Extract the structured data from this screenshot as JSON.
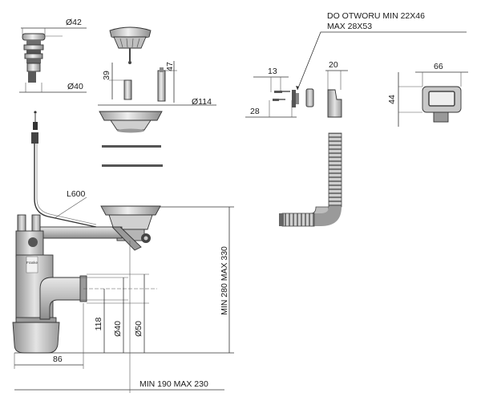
{
  "labels": {
    "dia_42": "Ø42",
    "dia_40_top": "Ø40",
    "h_39": "39",
    "h_47": "47",
    "dia_114": "Ø114",
    "hole_line1": "DO OTWORU MIN 22X46",
    "hole_line2": "MAX 28X53",
    "w_13": "13",
    "w_28": "28",
    "w_20": "20",
    "w_66": "66",
    "h_44": "44",
    "len_l600": "L600",
    "h_118": "118",
    "dia_40_bottom": "Ø40",
    "dia_50": "Ø50",
    "range_vertical": "MIN 280 MAX 330",
    "w_86": "86",
    "range_horizontal": "MIN 190 MAX 230",
    "trap_brand": "Franke"
  },
  "colors": {
    "ink": "#333333",
    "metal_light": "#d8d8d8",
    "metal_mid": "#a9a9a9",
    "metal_dark": "#6e6e6e",
    "plastic_grey": "#bdbdbd"
  }
}
